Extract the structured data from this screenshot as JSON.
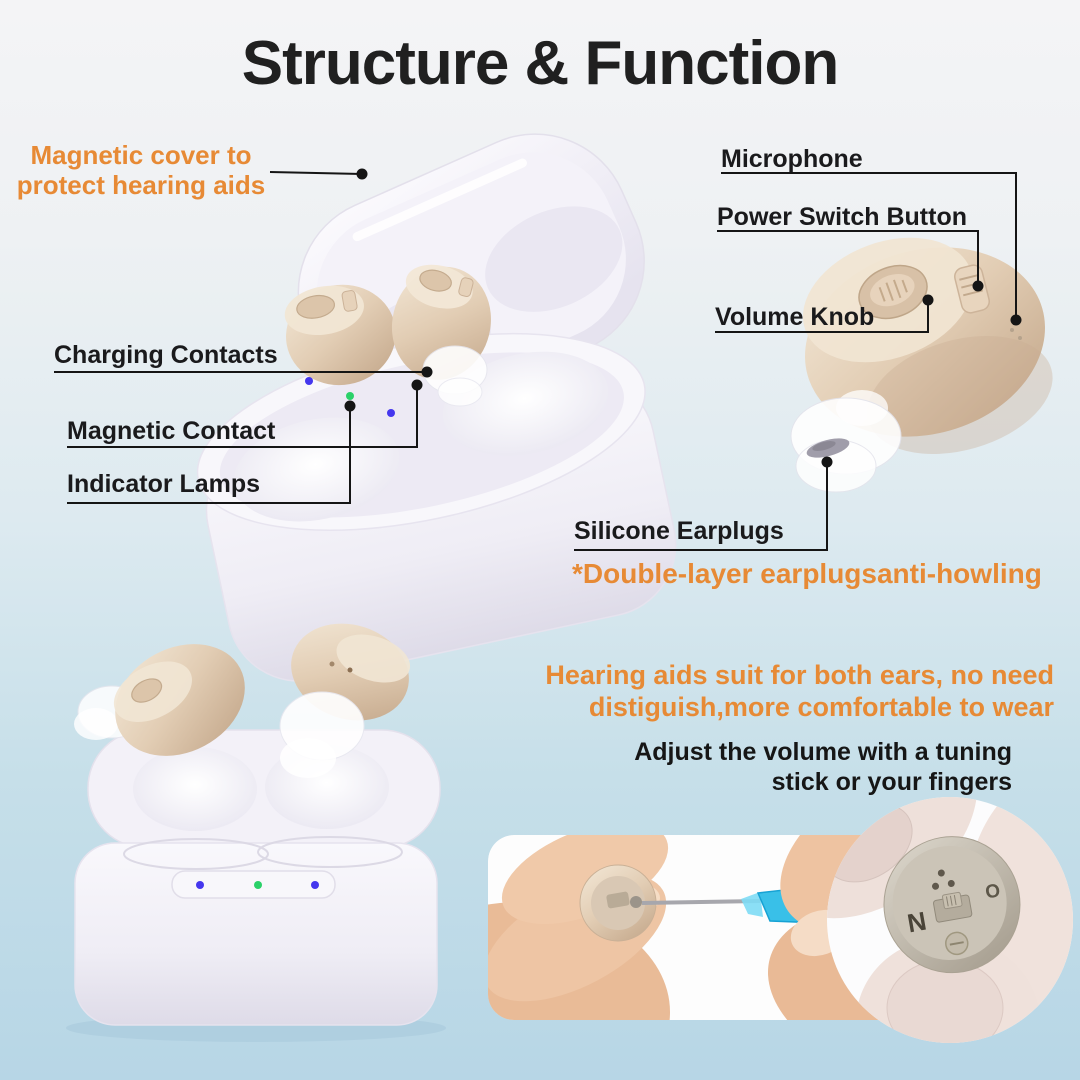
{
  "title": "Structure & Function",
  "callouts": {
    "magnetic_cover": "Magnetic cover to\nprotect hearing aids",
    "charging_contacts": "Charging Contacts",
    "magnetic_contact": "Magnetic Contact",
    "indicator_lamps": "Indicator Lamps",
    "microphone": "Microphone",
    "power_switch": "Power Switch Button",
    "volume_knob": "Volume Knob",
    "silicone_earplugs": "Silicone Earplugs"
  },
  "notes": {
    "earplug_note": "*Double-layer earplugsanti-howling",
    "both_ears": "Hearing aids suit for both ears, no need\ndistiguish,more comfortable to wear",
    "adjust_volume": "Adjust the volume with a tuning\nstick or your fingers"
  },
  "photo_labels": {
    "n": "N",
    "o": "O"
  },
  "colors": {
    "accent_orange": "#E78A35",
    "label_dark": "#1A1A1C",
    "callout_line": "#151515",
    "indicator_blue": "#4537EE",
    "indicator_green": "#2BD169",
    "background_top": "#F3F4F5",
    "background_bottom": "#B7D6E6",
    "case_white": "#F4F2F9",
    "aid_beige": "#DCC3A8",
    "tuning_stick_blue": "#39C0E8"
  }
}
